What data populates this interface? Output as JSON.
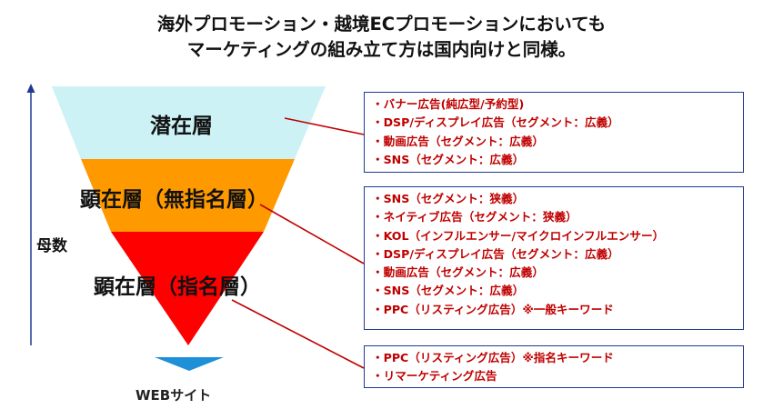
{
  "title": {
    "line1": "海外プロモーション・越境ECプロモーションにおいても",
    "line2": "マーケティングの組み立て方は国内向けと同様。"
  },
  "funnel": {
    "layers": [
      {
        "label": "潜在層",
        "color": "#ccf2f5"
      },
      {
        "label": "顕在層（無指名層）",
        "color": "#ff9900"
      },
      {
        "label": "顕在層（指名層）",
        "color": "#ff0000"
      }
    ],
    "side_label": "母数",
    "destination": {
      "label": "WEBサイト",
      "color": "#1e90d8"
    }
  },
  "boxes": [
    {
      "items": [
        "バナー広告(純広型/予約型)",
        "DSP/ディスプレイ広告（セグメント：広義）",
        "動画広告（セグメント：広義）",
        "SNS（セグメント：広義）"
      ]
    },
    {
      "items": [
        "SNS（セグメント：狭義）",
        "ネイティブ広告（セグメント：狭義）",
        "KOL（インフルエンサー/マイクロインフルエンサー）",
        "DSP/ディスプレイ広告（セグメント：広義）",
        "動画広告（セグメント：広義）",
        "SNS（セグメント：広義）",
        "PPC（リスティング広告）※一般キーワード"
      ]
    },
    {
      "items": [
        "PPC（リスティング広告）※指名キーワード",
        "リマーケティング広告"
      ]
    }
  ],
  "colors": {
    "connector": "#c00000",
    "box_border": "#1f3b8f",
    "axis": "#1f3b8f"
  }
}
